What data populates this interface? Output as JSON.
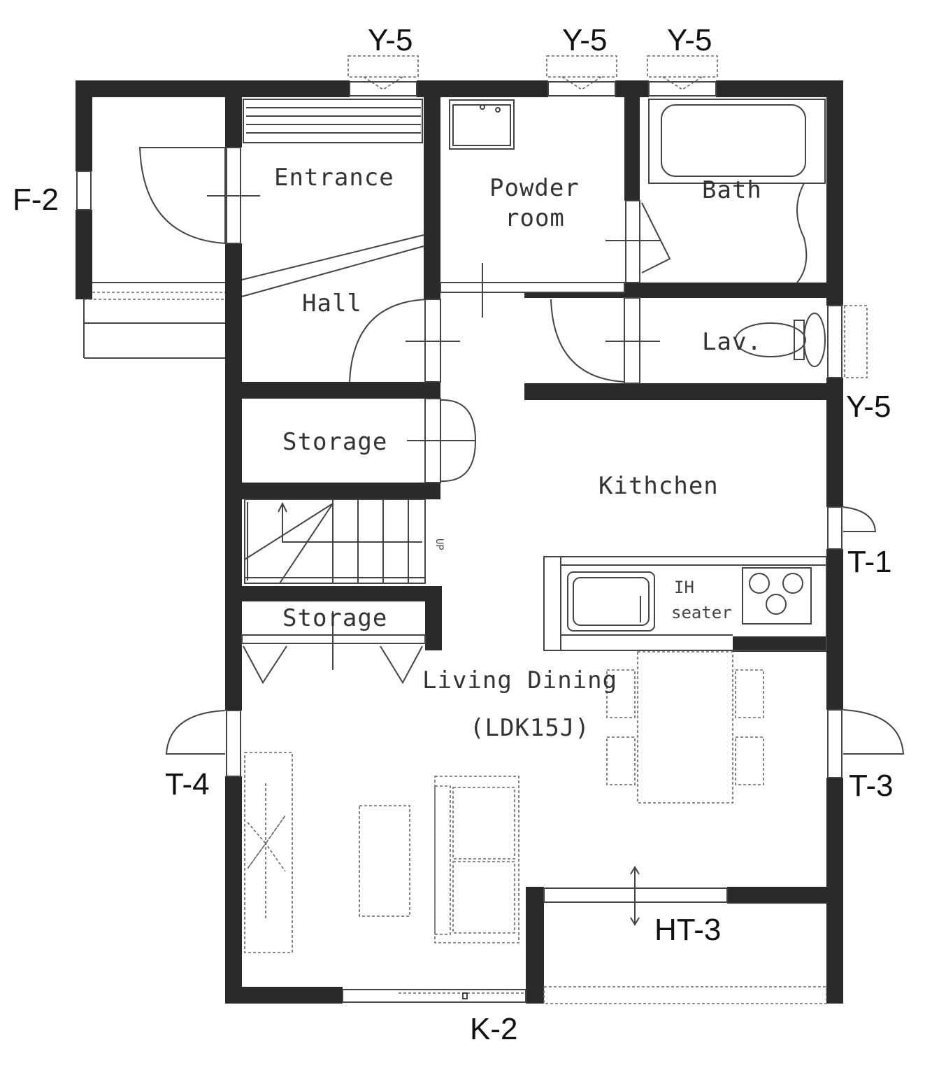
{
  "rooms": {
    "entrance": "Entrance",
    "powder_room_line1": "Powder",
    "powder_room_line2": "room",
    "bath": "Bath",
    "hall": "Hall",
    "lav": "Lav.",
    "storage_upper": "Storage",
    "storage_lower": "Storage",
    "kitchen": "Kithchen",
    "ih_line1": "IH",
    "ih_line2": "seater",
    "living_dining": "Living Dining",
    "ldk": "(LDK15J)",
    "stair_up": "UP"
  },
  "fittings": {
    "window_top_left": "Y-5",
    "window_top_mid": "Y-5",
    "window_top_right": "Y-5",
    "window_lav": "Y-5",
    "door_entrance": "F-2",
    "window_kitchen": "T-1",
    "window_living_left": "T-4",
    "window_dining_right": "T-3",
    "sliding_door": "HT-3",
    "window_bottom": "K-2"
  }
}
